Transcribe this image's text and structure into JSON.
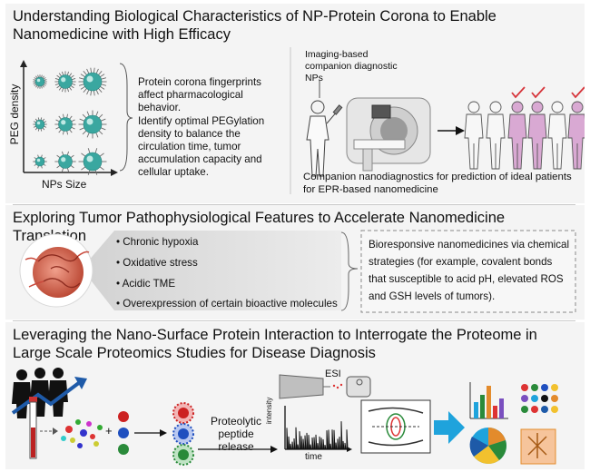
{
  "section1": {
    "title": "Understanding Biological Characteristics of NP-Protein Corona to Enable Nanomedicine with High Efficacy",
    "ylabel": "PEG density",
    "xlabel": "NPs Size",
    "point1": "Protein corona fingerprints affect pharmacological behavior.",
    "point2": "Identify optimal PEGylation density to balance the circulation time, tumor accumulation capacity and cellular uptake.",
    "imaging_label": "Imaging-based companion diagnostic NPs",
    "caption": "Companion nanodiagnostics for prediction of ideal patients for EPR-based nanomedicine"
  },
  "section2": {
    "title": "Exploring Tumor Pathophysiological Features to Accelerate Nanomedicine Translation",
    "features": [
      "Chronic hypoxia",
      "Oxidative stress",
      "Acidic TME",
      "Overexpression of certain bioactive molecules"
    ],
    "box_text": "Bioresponsive nanomedicines via chemical strategies (for example, covalent bonds that susceptible to acid pH, elevated ROS and GSH levels of tumors)."
  },
  "section3": {
    "title": "Leveraging the Nano-Surface Protein Interaction to Interrogate the Proteome in Large Scale Proteomics Studies for Disease Diagnosis",
    "plus": "+",
    "process_label": "Proteolytic peptide release",
    "esi": "ESI",
    "intensity": "intensity",
    "time": "time"
  },
  "colors": {
    "nanoparticle": "#3aa7a0",
    "arrow_blue": "#1fa3dc",
    "check_red": "#d6343a",
    "patient_pink": "#d9a9d3",
    "tumor_red": "#c94a3c"
  }
}
